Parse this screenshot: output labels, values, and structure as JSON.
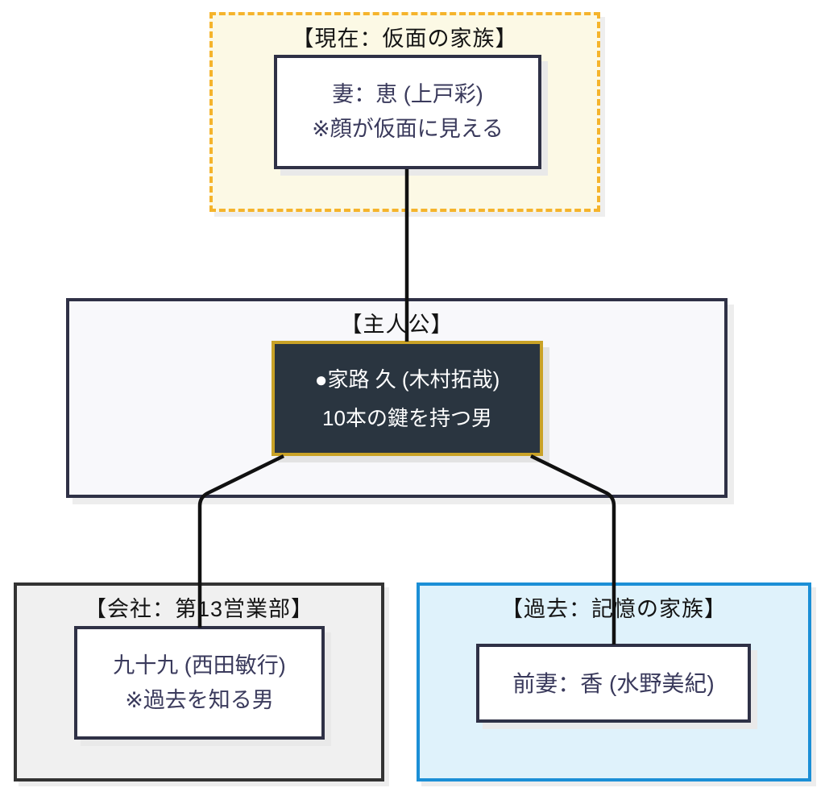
{
  "diagram": {
    "groups": {
      "present": {
        "label": "【現在：仮面の家族】",
        "node_lines": [
          "妻：恵 (上戸彩)",
          "※顔が仮面に見える"
        ]
      },
      "protagonist": {
        "label": "【主人公】",
        "node_lines": [
          "●家路 久 (木村拓哉)",
          "10本の鍵を持つ男"
        ]
      },
      "company": {
        "label": "【会社：第13営業部】",
        "node_lines": [
          "九十九 (西田敏行)",
          "※過去を知る男"
        ]
      },
      "past": {
        "label": "【過去：記憶の家族】",
        "node_lines": [
          "前妻：香 (水野美紀)"
        ]
      }
    },
    "colors": {
      "present_border": "#F5B42C",
      "present_bg": "#FCF9E5",
      "navy": "#2F3146",
      "protagonist_bg": "#F8F8FB",
      "dark_node_bg": "#2A3540",
      "dark_node_border": "#C9A227",
      "company_border": "#333333",
      "company_bg": "#F0F0F0",
      "past_border": "#1B8FD6",
      "past_bg": "#DFF2FB",
      "node_text": "#3A3A5C",
      "connector": "#111111"
    }
  }
}
